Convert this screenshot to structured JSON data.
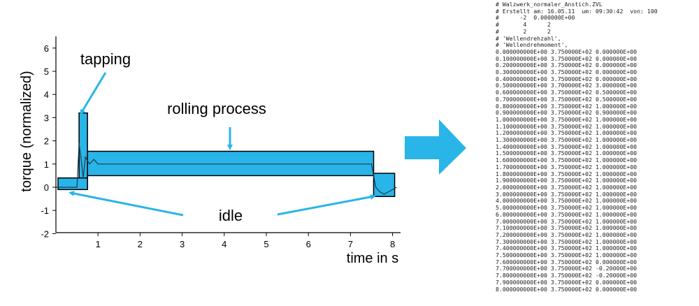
{
  "chart_data": {
    "type": "line",
    "xlabel": "time in s",
    "ylabel": "torque (normalized)",
    "xlim": [
      0,
      8.3
    ],
    "ylim": [
      -2,
      6.5
    ],
    "x_ticks": [
      "1",
      "2",
      "3",
      "4",
      "5",
      "6",
      "7",
      "8"
    ],
    "y_ticks": [
      "6",
      "5",
      "4",
      "3",
      "2",
      "1",
      "0",
      "-1",
      "-2"
    ],
    "series": [
      {
        "x": [
          0.0,
          0.1,
          0.2,
          0.3,
          0.4,
          0.5,
          0.55,
          0.6,
          0.65,
          0.7,
          0.8,
          0.9,
          1.0,
          1.5,
          2.0,
          2.5,
          3.0,
          3.5,
          4.0,
          4.5,
          5.0,
          5.5,
          6.0,
          6.5,
          7.0,
          7.4,
          7.5,
          7.6,
          7.7,
          7.8,
          7.9,
          8.0,
          8.1
        ],
        "y": [
          0.0,
          0.0,
          0.0,
          0.0,
          0.0,
          0.0,
          1.9,
          1.2,
          0.4,
          1.3,
          1.0,
          1.2,
          1.0,
          1.0,
          1.0,
          1.0,
          1.0,
          1.0,
          1.0,
          1.0,
          1.0,
          1.0,
          1.0,
          1.0,
          1.0,
          1.0,
          1.0,
          0.0,
          -0.2,
          -0.3,
          -0.2,
          -0.1,
          0.0
        ]
      }
    ],
    "annotations": [
      {
        "label": "tapping",
        "x_range": [
          0.55,
          0.75
        ],
        "y_range": [
          0.0,
          3.2
        ]
      },
      {
        "label": "rolling process",
        "x_range": [
          0.75,
          7.55
        ],
        "y_range": [
          0.5,
          1.55
        ]
      },
      {
        "label": "idle",
        "x_range": [
          0.05,
          0.75
        ],
        "y_range": [
          -0.1,
          0.4
        ]
      },
      {
        "label": "idle",
        "x_range": [
          7.55,
          8.05
        ],
        "y_range": [
          -0.4,
          0.6
        ]
      }
    ],
    "grid": false,
    "colors": {
      "highlight": "#29b5e8",
      "trace": "#1f3a4d",
      "arrow": "#29b5e8"
    }
  },
  "data_file": {
    "lines": [
      "# Walzwerk_normaler_Anstich.ZVL",
      "# Erstellt am: 16.05.11  um: 09:30:42  von: 100",
      "#      -2  0.000000E+00",
      "#       4      2",
      "#       2      2",
      "# 'Wellendrehzahl',",
      "# 'Wellendrehmoment',",
      "0.000000000E+00 3.750000E+02 0.000000E+00",
      "0.100000000E+00 3.750000E+02 0.000000E+00",
      "0.200000000E+00 3.750000E+02 0.000000E+00",
      "0.300000000E+00 3.750000E+02 0.000000E+00",
      "0.400000000E+00 3.750000E+02 0.000000E+00",
      "0.500000000E+00 3.700000E+02 3.000000E+00",
      "0.600000000E+00 3.750000E+02 0.500000E+00",
      "0.700000000E+00 3.750000E+02 0.500000E+00",
      "0.800000000E+00 3.750000E+02 1.000000E+00",
      "0.900000000E+00 3.750000E+02 0.900000E+00",
      "1.000000000E+00 3.750000E+02 1.000000E+00",
      "1.100000000E+00 3.750000E+02 1.000000E+00",
      "1.200000000E+00 3.750000E+02 1.000000E+00",
      "1.300000000E+00 3.750000E+02 1.000000E+00",
      "1.400000000E+00 3.750000E+02 1.000000E+00",
      "1.500000000E+00 3.750000E+02 1.000000E+00",
      "1.600000000E+00 3.750000E+02 1.000000E+00",
      "1.700000000E+00 3.750000E+02 1.000000E+00",
      "1.800000000E+00 3.750000E+02 1.000000E+00",
      "1.900000000E+00 3.750000E+02 1.000000E+00",
      "2.000000000E+00 3.750000E+02 1.000000E+00",
      "3.000000000E+00 3.750000E+02 1.000000E+00",
      "4.000000000E+00 3.750000E+02 1.000000E+00",
      "5.000000000E+00 3.750000E+02 1.000000E+00",
      "6.000000000E+00 3.750000E+02 1.000000E+00",
      "7.000000000E+00 3.750000E+02 1.000000E+00",
      "7.100000000E+00 3.750000E+02 1.000000E+00",
      "7.200000000E+00 3.750000E+02 1.000000E+00",
      "7.300000000E+00 3.750000E+02 1.000000E+00",
      "7.400000000E+00 3.750000E+02 1.000000E+00",
      "7.500000000E+00 3.750000E+02 1.000000E+00",
      "7.600000000E+00 3.750000E+02 0.000000E+00",
      "7.700000000E+00 3.750000E+02 -0.20000E+00",
      "7.800000000E+00 3.750000E+02 -0.20000E+00",
      "7.900000000E+00 3.750000E+02 0.000000E+00",
      "8.000000000E+00 3.750000E+02 0.000000E+00"
    ]
  }
}
